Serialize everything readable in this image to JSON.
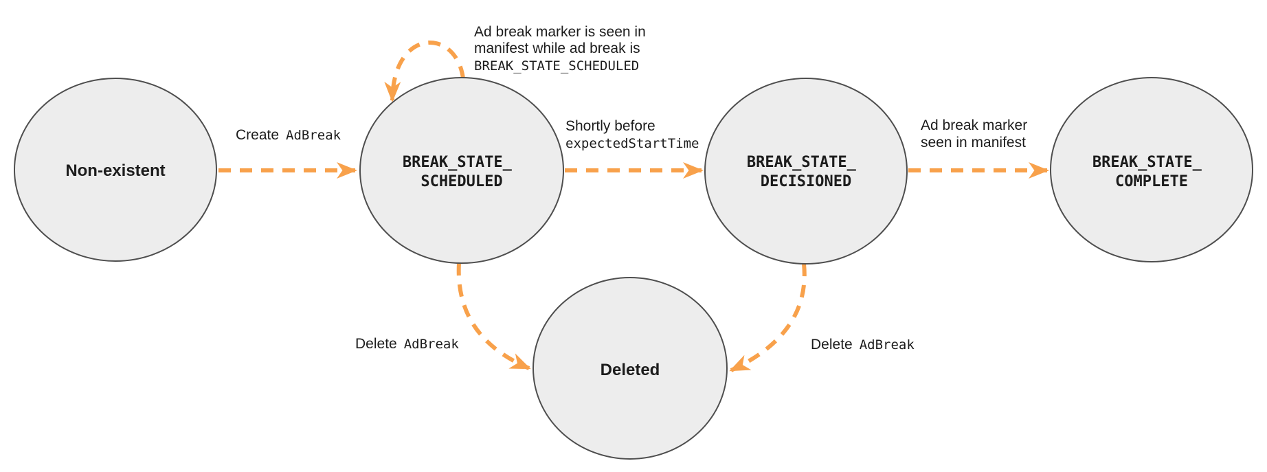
{
  "colors": {
    "background": "#FFFFFF",
    "arrow": "#F8A14B",
    "node_fill": "#EDEDED",
    "node_stroke": "#4E4E4E",
    "text": "#1C1C1C"
  },
  "states": [
    {
      "label": "Non-existent"
    },
    {
      "line1": "BREAK_STATE_",
      "line2": "SCHEDULED"
    },
    {
      "line1": "BREAK_STATE_",
      "line2": "DECISIONED"
    },
    {
      "line1": "BREAK_STATE_",
      "line2": "COMPLETE"
    },
    {
      "label": "Deleted"
    }
  ],
  "transitions": {
    "create": {
      "text": "Create",
      "code": "AdBreak"
    },
    "marker_while_scheduled": {
      "line1": "Ad break marker is seen in",
      "line2": "manifest while ad break is",
      "line3_code": "BREAK_STATE_SCHEDULED"
    },
    "shortly_before": {
      "line1": "Shortly before",
      "line2_code": "expectedStartTime"
    },
    "marker_seen": {
      "line1": "Ad break marker",
      "line2": "seen in manifest"
    },
    "delete_from_scheduled": {
      "text": "Delete",
      "code": "AdBreak"
    },
    "delete_from_decisioned": {
      "text": "Delete",
      "code": "AdBreak"
    }
  }
}
